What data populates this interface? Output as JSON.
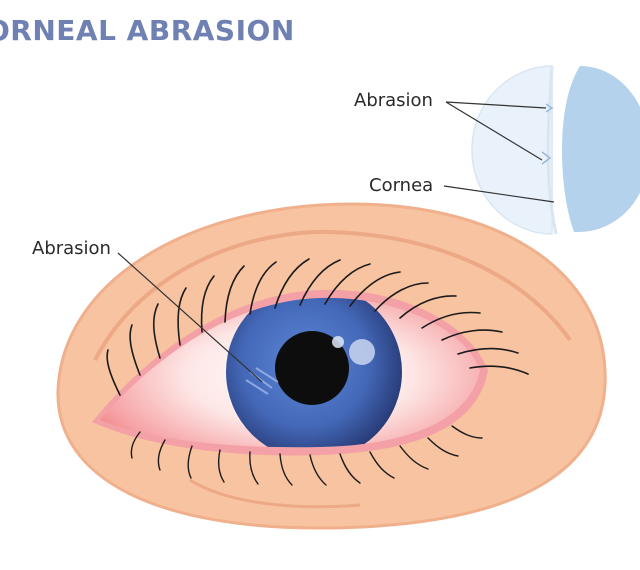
{
  "title": "ORNEAL ABRASION",
  "labels": {
    "inset_abrasion": "Abrasion",
    "inset_cornea": "Cornea",
    "eye_abrasion": "Abrasion"
  },
  "colors": {
    "title": "#6f80b3",
    "skin": "#f7c3a0",
    "sclera_red": "#ee6f74",
    "iris": "#4a6fc2",
    "cornea": "#b5d2ec"
  }
}
